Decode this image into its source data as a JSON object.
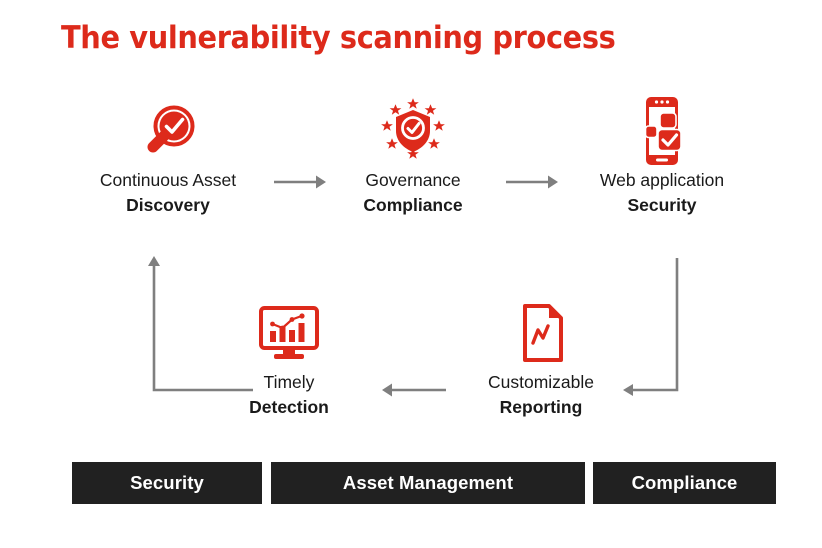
{
  "page": {
    "title": "The vulnerability scanning process",
    "background_color": "#ffffff",
    "accent_color": "#DD2A1B",
    "bar_color": "#212121",
    "text_color": "#1a1a1a",
    "arrow_color": "#7f7f7f"
  },
  "nodes": [
    {
      "id": "discovery",
      "icon": "magnifier-check-icon",
      "lead": "Continuous Asset",
      "strong": "Discovery"
    },
    {
      "id": "compliance",
      "icon": "shield-stars-check-icon",
      "lead": "Governance",
      "strong": "Compliance"
    },
    {
      "id": "security",
      "icon": "mobile-check-icon",
      "lead": "Web application",
      "strong": "Security"
    },
    {
      "id": "detection",
      "icon": "monitor-chart-icon",
      "lead": "Timely",
      "strong": "Detection"
    },
    {
      "id": "reporting",
      "icon": "document-chart-icon",
      "lead": "Customizable",
      "strong": "Reporting"
    }
  ],
  "arrows": [
    {
      "id": "discovery-to-compliance",
      "name": "arrow-right-icon",
      "direction": "right"
    },
    {
      "id": "compliance-to-security",
      "name": "arrow-right-icon",
      "direction": "right"
    },
    {
      "id": "security-to-reporting",
      "name": "arrow-elbow-down-left-icon",
      "direction": "down-left"
    },
    {
      "id": "reporting-to-detection",
      "name": "arrow-left-icon",
      "direction": "left"
    },
    {
      "id": "detection-to-discovery",
      "name": "arrow-elbow-left-up-icon",
      "direction": "left-up"
    }
  ],
  "footer_bars": [
    {
      "id": "security",
      "label": "Security"
    },
    {
      "id": "asset-management",
      "label": "Asset Management"
    },
    {
      "id": "compliance",
      "label": "Compliance"
    }
  ]
}
